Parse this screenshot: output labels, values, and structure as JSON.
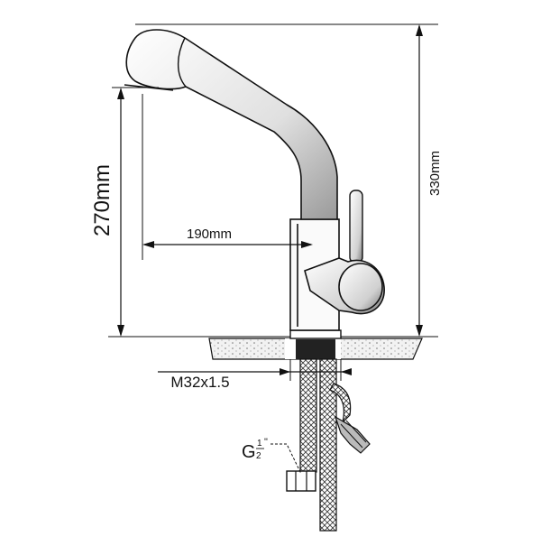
{
  "diagram": {
    "labels": {
      "height_total": "330mm",
      "height_spout": "270mm",
      "reach": "190mm",
      "thread": "M32x1.5",
      "inlet_main": "G",
      "inlet_num": "1",
      "inlet_den": "2",
      "inlet_mark": "\""
    },
    "colors": {
      "ink": "#111111",
      "spout_fill": "#d8d8d8",
      "counter_fill": "#e6e6e6"
    }
  }
}
